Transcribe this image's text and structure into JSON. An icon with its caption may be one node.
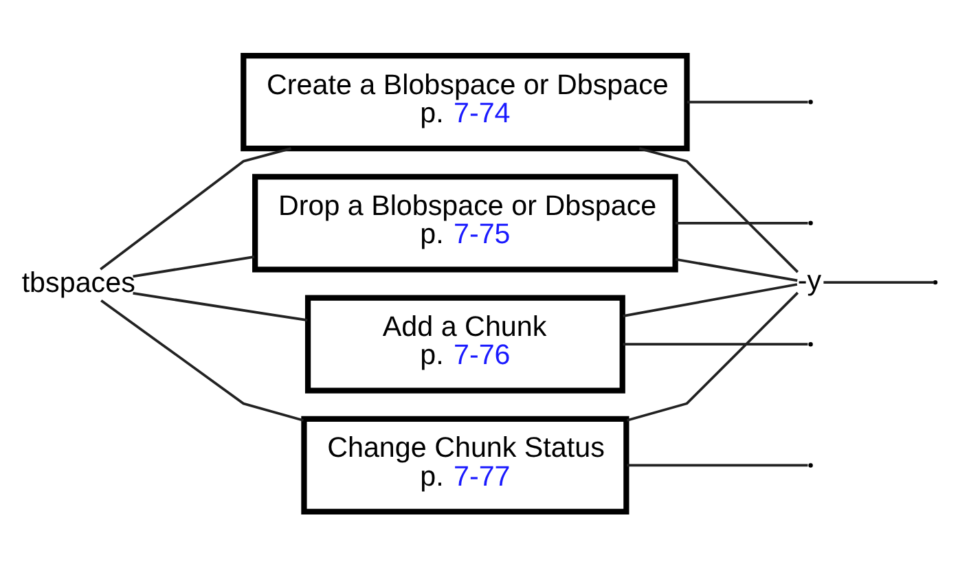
{
  "diagram": {
    "nodes": [
      {
        "text": [
          "tbspaces"
        ]
      },
      {
        "text": [
          "Create a Blobspace or Dbspace",
          "p. 7-74"
        ]
      },
      {
        "text": [
          "Drop a Blobspace or Dbspace",
          "p. 7-75"
        ]
      },
      {
        "text": [
          "Add a Chunk",
          "p. 7-76"
        ]
      },
      {
        "text": [
          "Change Chunk Status",
          "p. 7-77"
        ]
      },
      {
        "text": [
          "-y"
        ]
      }
    ],
    "edges": [
      {
        "from": 0,
        "to": 1,
        "arrow": "none"
      },
      {
        "from": 0,
        "to": 2,
        "arrow": "none"
      },
      {
        "from": 0,
        "to": 3,
        "arrow": "none"
      },
      {
        "from": 0,
        "to": 4,
        "arrow": "none"
      },
      {
        "from": 1,
        "to": 5,
        "arrow": "none"
      },
      {
        "from": 2,
        "to": 5,
        "arrow": "none"
      },
      {
        "from": 3,
        "to": 5,
        "arrow": "none"
      },
      {
        "from": 4,
        "to": 5,
        "arrow": "none"
      },
      {
        "from": 1,
        "to": null,
        "arrow": "none"
      },
      {
        "from": 2,
        "to": null,
        "arrow": "none"
      },
      {
        "from": 3,
        "to": null,
        "arrow": "none"
      },
      {
        "from": 4,
        "to": null,
        "arrow": "none"
      },
      {
        "from": 5,
        "to": null,
        "arrow": "none"
      }
    ]
  }
}
